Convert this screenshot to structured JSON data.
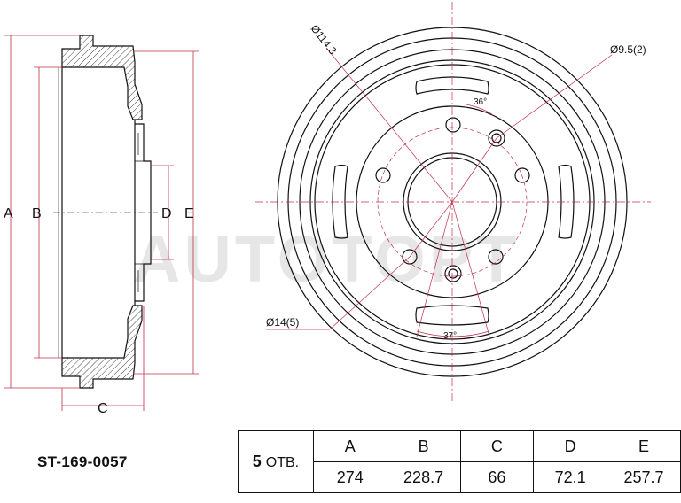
{
  "part_number": "ST-169-0057",
  "holes": {
    "count": "5",
    "unit": "ОТВ."
  },
  "dimensions": {
    "headers": [
      "A",
      "B",
      "C",
      "D",
      "E"
    ],
    "values": [
      "274",
      "228.7",
      "66",
      "72.1",
      "257.7"
    ]
  },
  "side_view_labels": {
    "a": "A",
    "b": "B",
    "c": "C",
    "d": "D",
    "e": "E"
  },
  "front_view_labels": {
    "pcd": "Ø114.3",
    "bolt_hole": "Ø9.5(2)",
    "stud_hole": "Ø14(5)",
    "angle_top": "36°",
    "angle_bottom": "37°"
  },
  "watermark": "AUTOTOPT",
  "colors": {
    "line": "#111111",
    "dimension": "#c0304a",
    "watermark": "#e4e4e4"
  }
}
